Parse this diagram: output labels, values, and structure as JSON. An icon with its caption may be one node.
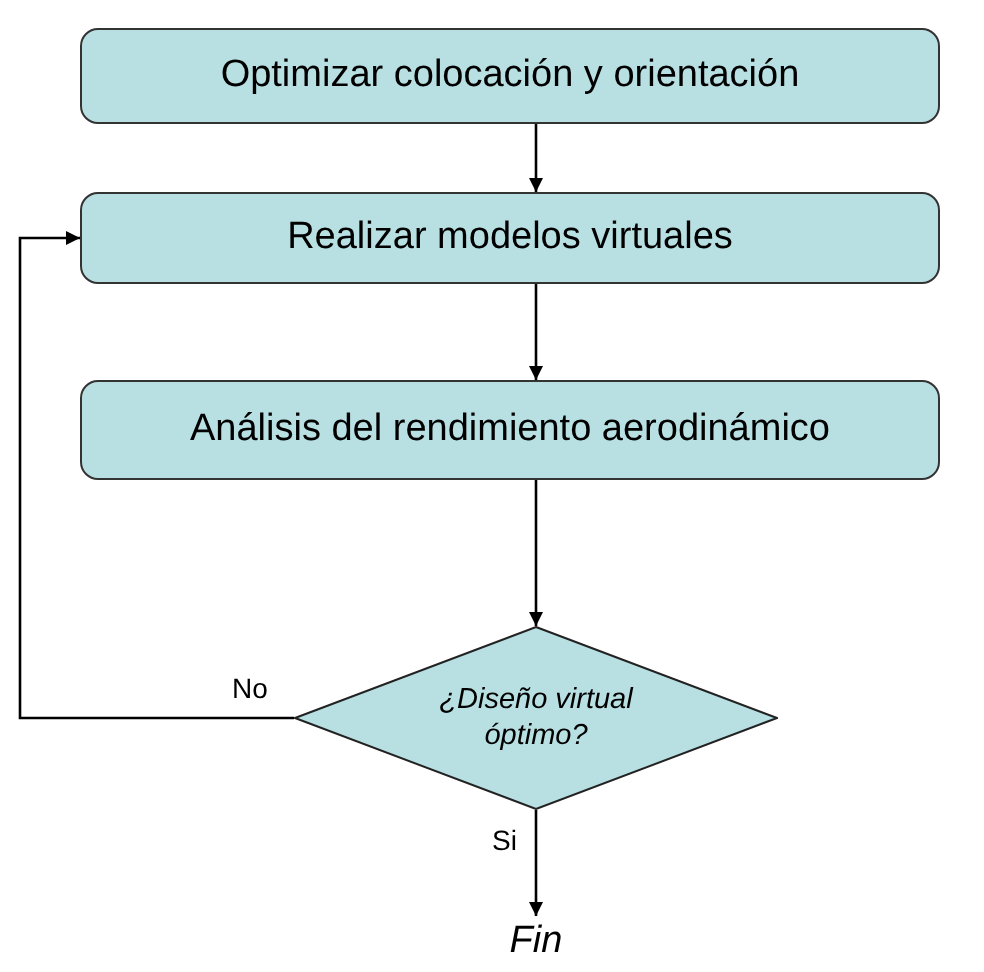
{
  "diagram": {
    "nodes": [
      {
        "text": [
          "Optimizar colocación y orientación"
        ]
      },
      {
        "text": [
          "Realizar modelos virtuales"
        ]
      },
      {
        "text": [
          "Análisis del rendimiento aerodinámico"
        ]
      },
      {
        "text": [
          "¿Diseño virtual óptimo?"
        ]
      },
      {
        "text": [
          "Fin"
        ]
      }
    ],
    "edges": [
      {
        "from": 0,
        "to": 1,
        "arrow": "to"
      },
      {
        "from": 1,
        "to": 2,
        "arrow": "to"
      },
      {
        "from": 2,
        "to": 3,
        "arrow": "to"
      },
      {
        "from": 3,
        "to": 1,
        "arrow": "to",
        "label": "No"
      },
      {
        "from": 3,
        "to": 4,
        "arrow": "to",
        "label": "Si"
      }
    ]
  }
}
